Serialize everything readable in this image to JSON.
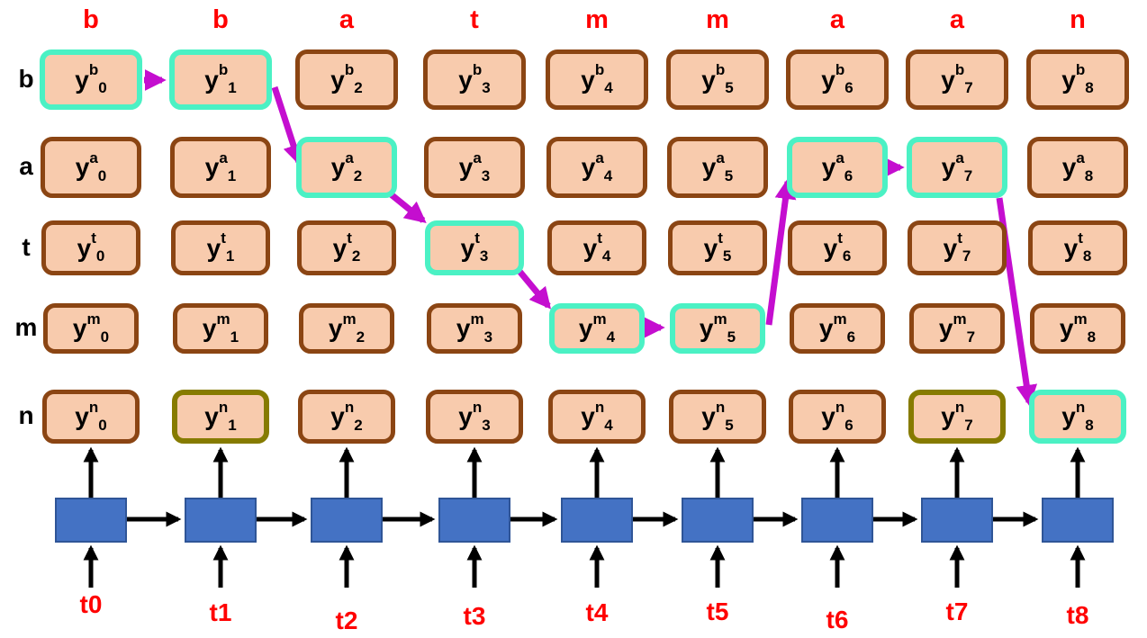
{
  "sequence_letters": [
    "b",
    "b",
    "a",
    "t",
    "m",
    "m",
    "a",
    "a",
    "n"
  ],
  "row_labels": [
    "b",
    "a",
    "t",
    "m",
    "n"
  ],
  "time_labels": [
    "t0",
    "t1",
    "t2",
    "t3",
    "t4",
    "t5",
    "t6",
    "t7",
    "t8"
  ],
  "grid": {
    "base": "y",
    "rows": [
      {
        "label": "b",
        "cells": [
          {
            "sup": "b",
            "sub": "0",
            "highlight": "path"
          },
          {
            "sup": "b",
            "sub": "1",
            "highlight": "path"
          },
          {
            "sup": "b",
            "sub": "2",
            "highlight": "normal"
          },
          {
            "sup": "b",
            "sub": "3",
            "highlight": "normal"
          },
          {
            "sup": "b",
            "sub": "4",
            "highlight": "normal"
          },
          {
            "sup": "b",
            "sub": "5",
            "highlight": "normal"
          },
          {
            "sup": "b",
            "sub": "6",
            "highlight": "normal"
          },
          {
            "sup": "b",
            "sub": "7",
            "highlight": "normal"
          },
          {
            "sup": "b",
            "sub": "8",
            "highlight": "normal"
          }
        ]
      },
      {
        "label": "a",
        "cells": [
          {
            "sup": "a",
            "sub": "0",
            "highlight": "normal"
          },
          {
            "sup": "a",
            "sub": "1",
            "highlight": "normal"
          },
          {
            "sup": "a",
            "sub": "2",
            "highlight": "path"
          },
          {
            "sup": "a",
            "sub": "3",
            "highlight": "normal"
          },
          {
            "sup": "a",
            "sub": "4",
            "highlight": "normal"
          },
          {
            "sup": "a",
            "sub": "5",
            "highlight": "normal"
          },
          {
            "sup": "a",
            "sub": "6",
            "highlight": "path"
          },
          {
            "sup": "a",
            "sub": "7",
            "highlight": "path"
          },
          {
            "sup": "a",
            "sub": "8",
            "highlight": "normal"
          }
        ]
      },
      {
        "label": "t",
        "cells": [
          {
            "sup": "t",
            "sub": "0",
            "highlight": "normal"
          },
          {
            "sup": "t",
            "sub": "1",
            "highlight": "normal"
          },
          {
            "sup": "t",
            "sub": "2",
            "highlight": "normal"
          },
          {
            "sup": "t",
            "sub": "3",
            "highlight": "path"
          },
          {
            "sup": "t",
            "sub": "4",
            "highlight": "normal"
          },
          {
            "sup": "t",
            "sub": "5",
            "highlight": "normal"
          },
          {
            "sup": "t",
            "sub": "6",
            "highlight": "normal"
          },
          {
            "sup": "t",
            "sub": "7",
            "highlight": "normal"
          },
          {
            "sup": "t",
            "sub": "8",
            "highlight": "normal"
          }
        ]
      },
      {
        "label": "m",
        "cells": [
          {
            "sup": "m",
            "sub": "0",
            "highlight": "normal"
          },
          {
            "sup": "m",
            "sub": "1",
            "highlight": "normal"
          },
          {
            "sup": "m",
            "sub": "2",
            "highlight": "normal"
          },
          {
            "sup": "m",
            "sub": "3",
            "highlight": "normal"
          },
          {
            "sup": "m",
            "sub": "4",
            "highlight": "path"
          },
          {
            "sup": "m",
            "sub": "5",
            "highlight": "path"
          },
          {
            "sup": "m",
            "sub": "6",
            "highlight": "normal"
          },
          {
            "sup": "m",
            "sub": "7",
            "highlight": "normal"
          },
          {
            "sup": "m",
            "sub": "8",
            "highlight": "normal"
          }
        ]
      },
      {
        "label": "n",
        "cells": [
          {
            "sup": "n",
            "sub": "0",
            "highlight": "normal"
          },
          {
            "sup": "n",
            "sub": "1",
            "highlight": "olive"
          },
          {
            "sup": "n",
            "sub": "2",
            "highlight": "normal"
          },
          {
            "sup": "n",
            "sub": "3",
            "highlight": "normal"
          },
          {
            "sup": "n",
            "sub": "4",
            "highlight": "normal"
          },
          {
            "sup": "n",
            "sub": "5",
            "highlight": "normal"
          },
          {
            "sup": "n",
            "sub": "6",
            "highlight": "normal"
          },
          {
            "sup": "n",
            "sub": "7",
            "highlight": "olive"
          },
          {
            "sup": "n",
            "sub": "8",
            "highlight": "path"
          }
        ]
      }
    ]
  },
  "alignment_path": [
    "y-b-0",
    "y-b-1",
    "y-a-2",
    "y-t-3",
    "y-m-4",
    "y-m-5",
    "y-a-6",
    "y-a-7",
    "y-n-8"
  ],
  "colors": {
    "box-fill": "#F8CBAD",
    "box-border": "#8B4513",
    "highlight-border": "#4BF1C4",
    "alt-border": "#867B00",
    "path-arrow": "#C40ECF",
    "rnn-fill": "#4472C4",
    "rnn-border": "#2F5597",
    "label-red": "#FF0000",
    "ink": "#000000"
  }
}
